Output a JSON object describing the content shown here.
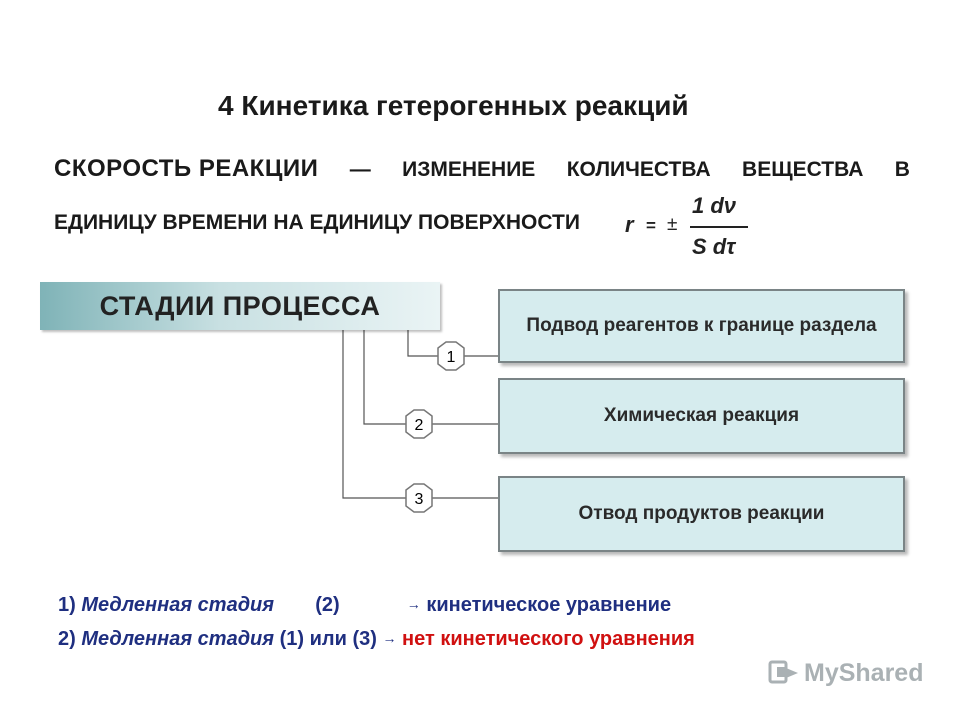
{
  "title": "4 Кинетика гетерогенных реакций",
  "definition": {
    "term": "СКОРОСТЬ РЕАКЦИИ",
    "dash": "—",
    "words": [
      "ИЗМЕНЕНИЕ",
      "КОЛИЧЕСТВА",
      "ВЕЩЕСТВА",
      "В"
    ],
    "line2": "ЕДИНИЦУ ВРЕМЕНИ НА ЕДИНИЦУ ПОВЕРХНОСТИ"
  },
  "formula": {
    "lhs": "r",
    "eq": "=",
    "sign": "±",
    "numerator": "1 dν",
    "denominator": "S dτ"
  },
  "stages": {
    "header": "СТАДИИ ПРОЦЕССА",
    "items": [
      {
        "number": "1",
        "label": "Подвод реагентов к границе раздела"
      },
      {
        "number": "2",
        "label": "Химическая реакция"
      },
      {
        "number": "3",
        "label": "Отвод продуктов реакции"
      }
    ]
  },
  "notes": [
    {
      "prefix": "1)",
      "slow": "Медленная стадия",
      "which": "(2)",
      "arrow": "→",
      "result": "кинетическое уравнение"
    },
    {
      "prefix": "2)",
      "slow": "Медленная стадия",
      "which": "(1) или (3)",
      "arrow": "→",
      "result": "нет кинетического уравнения"
    }
  ],
  "colors": {
    "box_fill": "#d6ecee",
    "note_text": "#1f2f80",
    "negative_result": "#d01010"
  },
  "watermark": "MyShared"
}
